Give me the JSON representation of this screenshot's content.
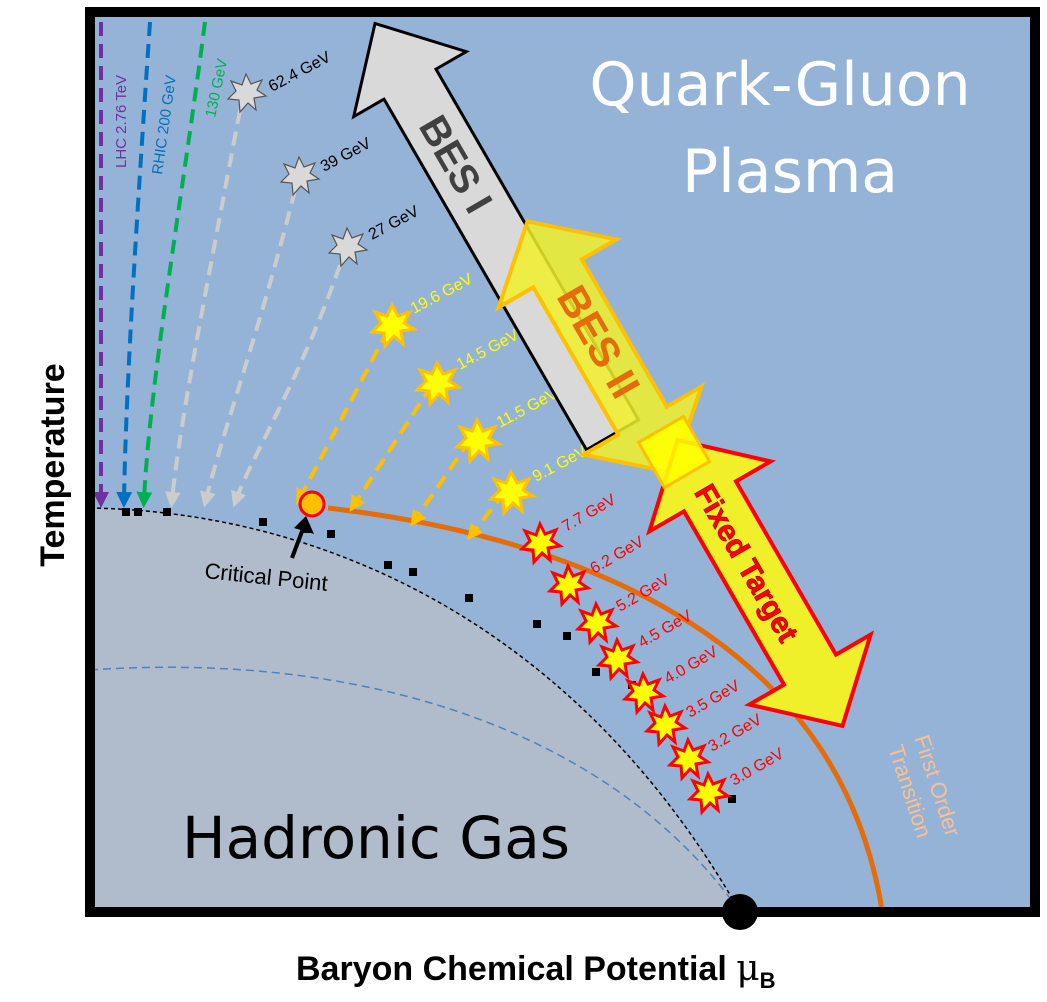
{
  "regions": {
    "qgp_line1": "Quark-Gluon",
    "qgp_line2": "Plasma",
    "hadronic": "Hadronic Gas"
  },
  "axes": {
    "x_label": "Baryon Chemical Potential",
    "x_symbol": "μ",
    "x_subscript": "B",
    "y_label": "Temperature"
  },
  "colliders": [
    {
      "label": "LHC 2.76 TeV",
      "color": "#7030a0"
    },
    {
      "label": "RHIC 200 GeV",
      "color": "#0070c0"
    },
    {
      "label": "130 GeV",
      "color": "#00b050"
    }
  ],
  "bes1_energies": [
    "62.4 GeV",
    "39 GeV",
    "27 GeV"
  ],
  "bes2_energies": [
    "19.6 GeV",
    "14.5 GeV",
    "11.5 GeV",
    "9.1 GeV"
  ],
  "fxt_energies": [
    "7.7 GeV",
    "6.2 GeV",
    "5.2 GeV",
    "4.5 GeV",
    "4.0 GeV",
    "3.5 GeV",
    "3.2 GeV",
    "3.0 GeV"
  ],
  "arrows": {
    "bes1": "BES I",
    "bes2": "BES II",
    "fixed_target": "Fixed Target"
  },
  "annotations": {
    "critical_point": "Critical Point",
    "first_order_line1": "First Order",
    "first_order_line2": "Transition"
  },
  "colors": {
    "qgp_bg": "#95b3d7",
    "hadronic_bg": "#b0bccb",
    "transition": "#e46c0a",
    "bes2_gold": "#ffc000",
    "fxt_red": "#ff0000",
    "arrow_yellow": "#f0f02a"
  }
}
